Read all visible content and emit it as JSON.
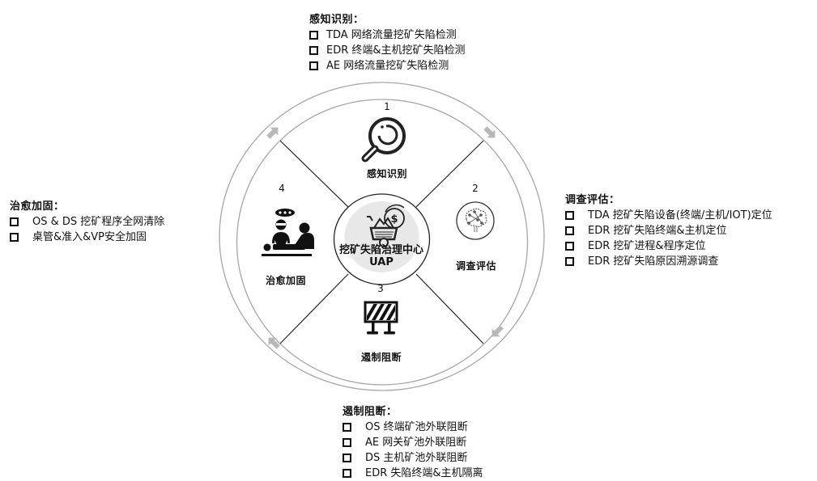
{
  "diagram": {
    "center": {
      "title": "挖矿失陷治理中心",
      "subtitle": "UAP",
      "icon": "mining-cart-bitcoin-icon"
    },
    "segments": [
      {
        "number": "1",
        "label": "感知识别",
        "icon": "magnifier-icon"
      },
      {
        "number": "2",
        "label": "调查评估",
        "icon": "brain-network-icon"
      },
      {
        "number": "3",
        "label": "遏制阻断",
        "icon": "barrier-icon"
      },
      {
        "number": "4",
        "label": "治愈加固",
        "icon": "surgery-icon"
      }
    ],
    "arrows": [
      "clockwise-arrow-top-right",
      "clockwise-arrow-bottom-right",
      "clockwise-arrow-bottom-left",
      "clockwise-arrow-top-left"
    ],
    "colors": {
      "ring": "#a6a6a6",
      "divider": "#222222",
      "center_fill": "#e8e8e8",
      "arrow": "#b3b3b3"
    }
  },
  "callouts": {
    "detect": {
      "title": "感知识别：",
      "items": [
        "TDA 网络流量挖矿失陷检测",
        "EDR 终端&主机挖矿失陷检测",
        "AE 网络流量挖矿失陷检测"
      ]
    },
    "investigate": {
      "title": "调查评估：",
      "items": [
        "TDA 挖矿失陷设备(终端/主机/IOT)定位",
        "EDR 挖矿失陷终端&主机定位",
        "EDR 挖矿进程&程序定位",
        "EDR 挖矿失陷原因溯源调查"
      ]
    },
    "contain": {
      "title": "遏制阻断：",
      "items": [
        "OS 终端矿池外联阻断",
        "AE 网关矿池外联阻断",
        "DS 主机矿池外联阻断",
        "EDR 失陷终端&主机隔离"
      ]
    },
    "remediate": {
      "title": "治愈加固：",
      "items": [
        "OS & DS 挖矿程序全网清除",
        "桌管&准入&VP安全加固"
      ]
    }
  }
}
